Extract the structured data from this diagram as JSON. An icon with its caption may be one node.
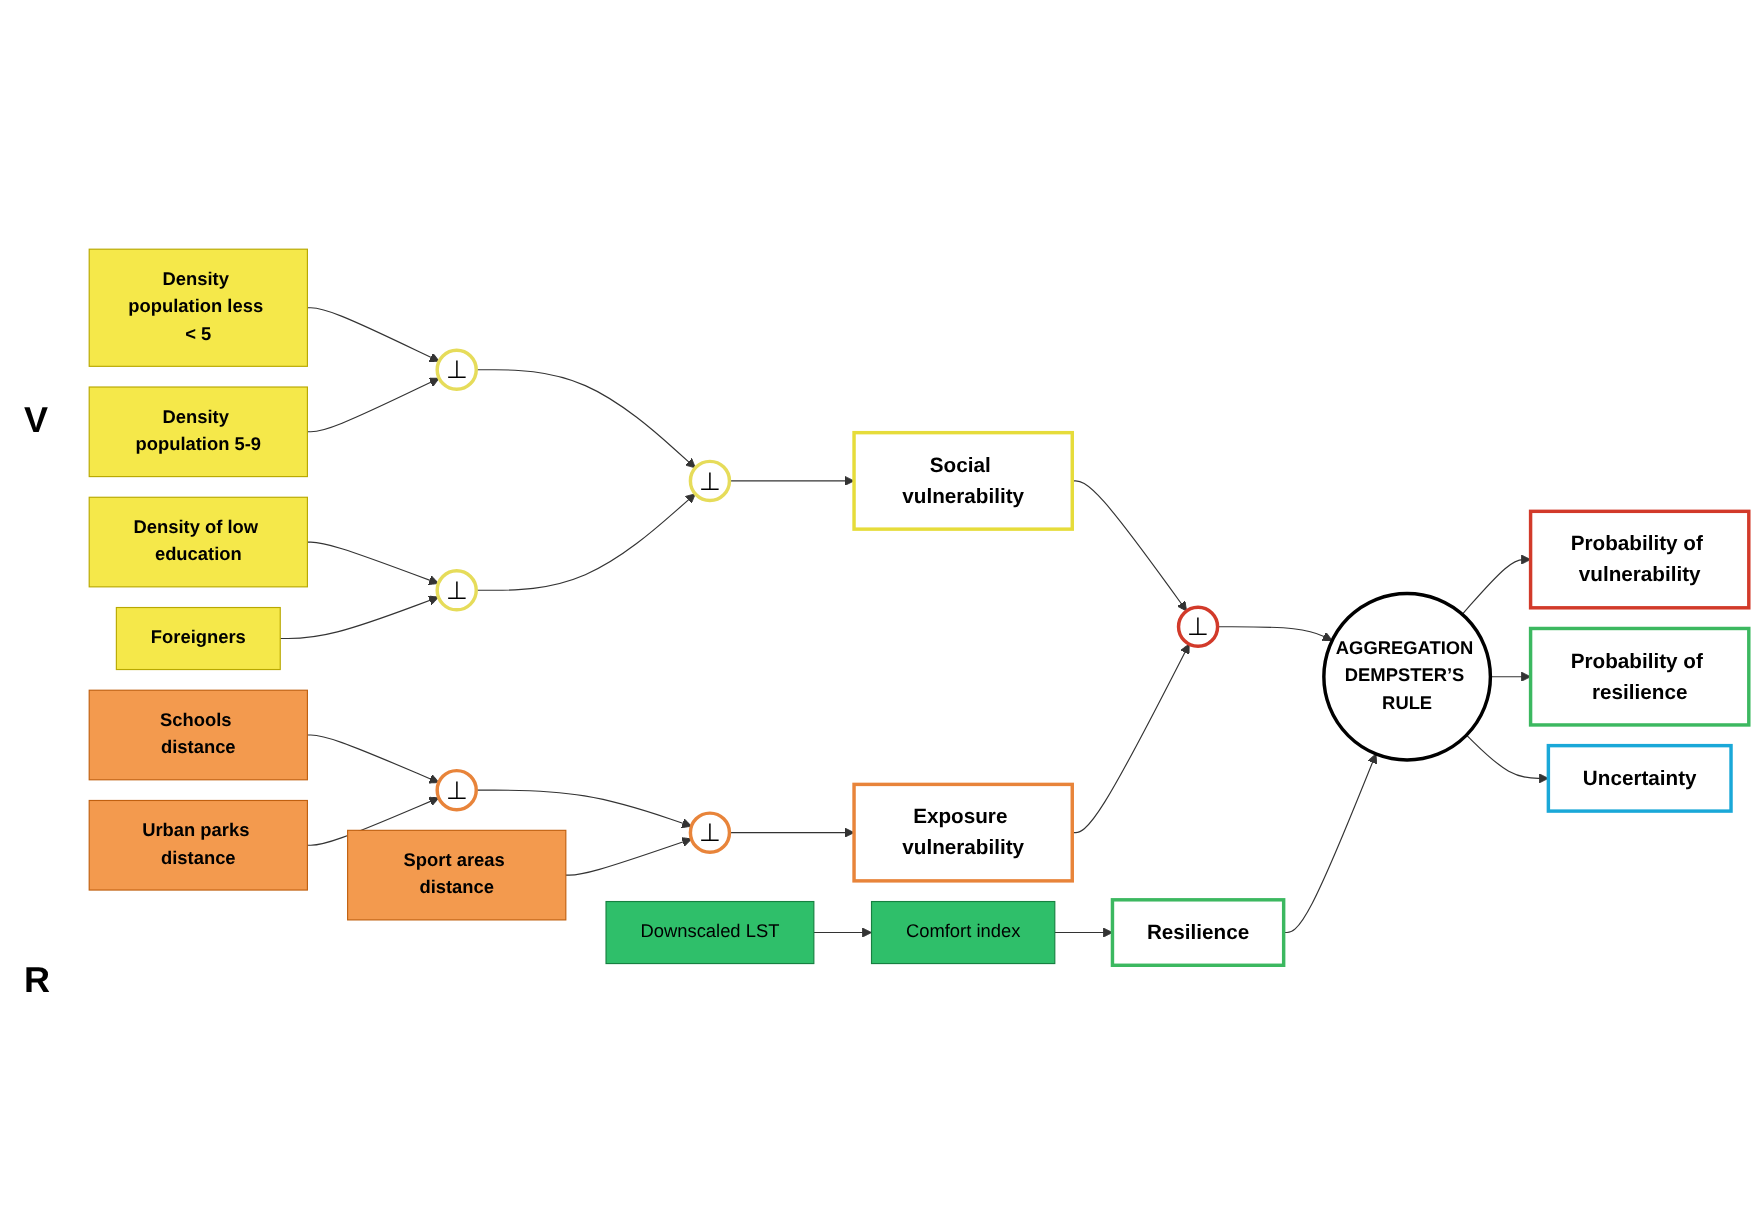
{
  "diagram": {
    "nodes": [
      {
        "text": [
          "Density population less < 5"
        ]
      },
      {
        "text": [
          "Density population 5-9"
        ]
      },
      {
        "text": [
          "Density of low education"
        ]
      },
      {
        "text": [
          "Foreigners"
        ]
      },
      {
        "text": [
          "Schools distance"
        ]
      },
      {
        "text": [
          "Urban parks distance"
        ]
      },
      {
        "text": [
          "Sport areas distance"
        ]
      },
      {
        "text": [
          "Downscaled LST"
        ]
      },
      {
        "text": [
          "Comfort index"
        ]
      },
      {
        "text": [
          "⊥"
        ]
      },
      {
        "text": [
          "⊥"
        ]
      },
      {
        "text": [
          "⊥"
        ]
      },
      {
        "text": [
          "⊥"
        ]
      },
      {
        "text": [
          "⊥"
        ]
      },
      {
        "text": [
          "Social vulnerability"
        ]
      },
      {
        "text": [
          "Exposure vulnerability"
        ]
      },
      {
        "text": [
          "⊥"
        ]
      },
      {
        "text": [
          "AGGREGATION DEMPSTER’S RULE"
        ]
      },
      {
        "text": [
          "Resilience"
        ]
      },
      {
        "text": [
          "Probability of vulnerability"
        ]
      },
      {
        "text": [
          "Probability of resilience"
        ]
      },
      {
        "text": [
          "Uncertainty"
        ]
      }
    ],
    "edges": [
      {
        "from": 0,
        "to": 9,
        "arrow": "to"
      },
      {
        "from": 1,
        "to": 9,
        "arrow": "to"
      },
      {
        "from": 2,
        "to": 10,
        "arrow": "to"
      },
      {
        "from": 3,
        "to": 10,
        "arrow": "to"
      },
      {
        "from": 9,
        "to": 11,
        "arrow": "to"
      },
      {
        "from": 10,
        "to": 11,
        "arrow": "to"
      },
      {
        "from": 11,
        "to": 14,
        "arrow": "to"
      },
      {
        "from": 4,
        "to": 12,
        "arrow": "to"
      },
      {
        "from": 5,
        "to": 12,
        "arrow": "to"
      },
      {
        "from": 12,
        "to": 13,
        "arrow": "to"
      },
      {
        "from": 6,
        "to": 13,
        "arrow": "to"
      },
      {
        "from": 13,
        "to": 15,
        "arrow": "to"
      },
      {
        "from": 14,
        "to": 16,
        "arrow": "to"
      },
      {
        "from": 15,
        "to": 16,
        "arrow": "to"
      },
      {
        "from": 16,
        "to": 17,
        "arrow": "to"
      },
      {
        "from": 7,
        "to": 8,
        "arrow": "to"
      },
      {
        "from": 8,
        "to": 18,
        "arrow": "to"
      },
      {
        "from": 18,
        "to": 17,
        "arrow": "to"
      },
      {
        "from": 17,
        "to": 19,
        "arrow": "to"
      },
      {
        "from": 17,
        "to": 20,
        "arrow": "to"
      },
      {
        "from": 17,
        "to": 21,
        "arrow": "to"
      }
    ],
    "labels": [
      "V",
      "R"
    ]
  }
}
